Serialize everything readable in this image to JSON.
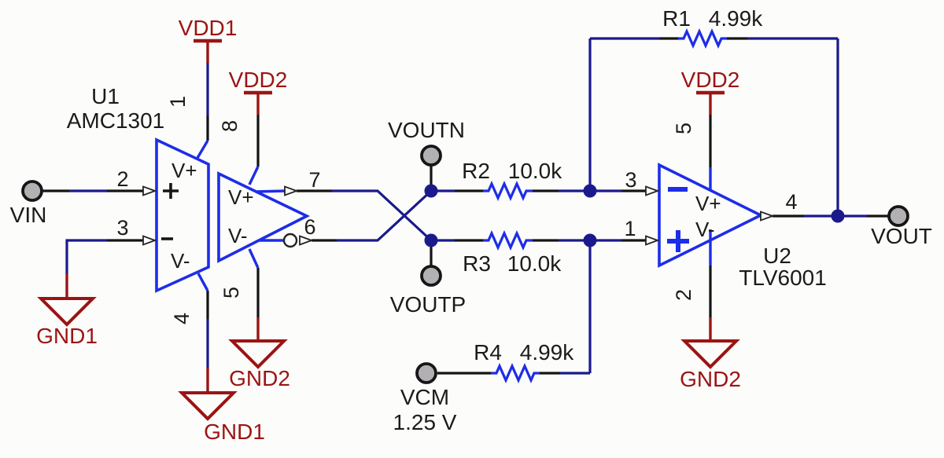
{
  "palette": {
    "blue": "#1D2DE8",
    "navy": "#1A1A8C",
    "red": "#9B1414",
    "ink": "#1B1B1B",
    "gray": "#B2B0B3",
    "bg": "#FCFCFA"
  },
  "u1": {
    "ref": "U1",
    "part": "AMC1301",
    "pin1": "1",
    "pin2": "2",
    "pin3": "3",
    "pin4": "4",
    "pin5": "5",
    "pin6": "6",
    "pin7": "7",
    "pin8": "8",
    "in_vplus": "V+",
    "in_vminus": "V-",
    "out_vplus": "V+",
    "out_vminus": "V-",
    "polarity_markers": {
      "noninverting": "+",
      "inverting": "-"
    }
  },
  "u2": {
    "ref": "U2",
    "part": "TLV6001",
    "pin1": "1",
    "pin2": "2",
    "pin3": "3",
    "pin4": "4",
    "pin5": "5",
    "vplus": "V+",
    "vminus": "V-",
    "polarity_markers": {
      "noninverting": "+",
      "inverting": "-"
    }
  },
  "r1": {
    "ref": "R1",
    "value": "4.99k"
  },
  "r2": {
    "ref": "R2",
    "value": "10.0k"
  },
  "r3": {
    "ref": "R3",
    "value": "10.0k"
  },
  "r4": {
    "ref": "R4",
    "value": "4.99k"
  },
  "power": {
    "vdd1": "VDD1",
    "vdd2": "VDD2",
    "gnd1": "GND1",
    "gnd2": "GND2"
  },
  "terminals": {
    "vin": "VIN",
    "vout": "VOUT",
    "voutn": "VOUTN",
    "voutp": "VOUTP",
    "vcm": "VCM",
    "vcm_voltage": "1.25 V"
  }
}
